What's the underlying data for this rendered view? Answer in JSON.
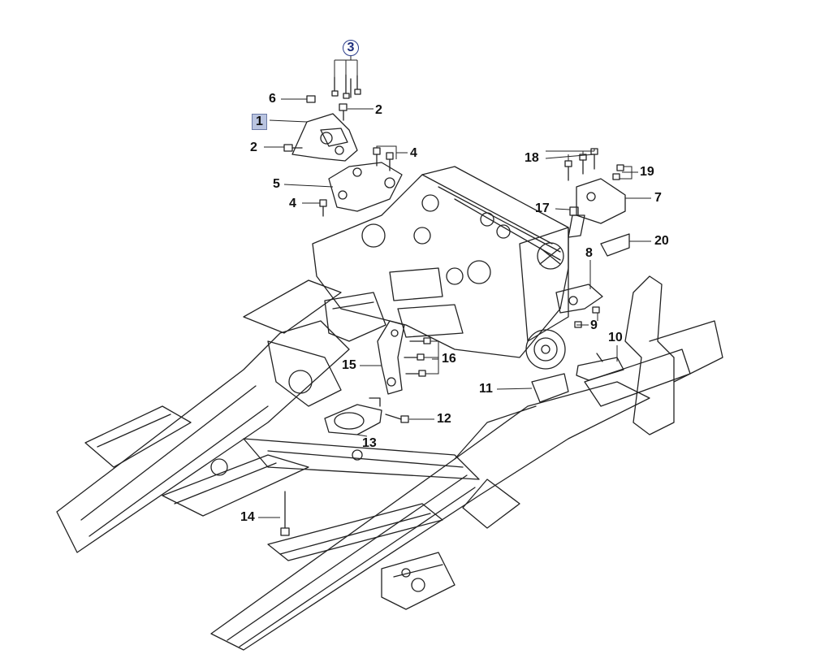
{
  "callouts": {
    "c1": "1",
    "c2a": "2",
    "c2b": "2",
    "c3": "3",
    "c4a": "4",
    "c4b": "4",
    "c5": "5",
    "c6": "6",
    "c7": "7",
    "c8": "8",
    "c9": "9",
    "c10": "10",
    "c11": "11",
    "c12": "12",
    "c13": "13",
    "c14": "14",
    "c15": "15",
    "c16": "16",
    "c17": "17",
    "c18": "18",
    "c19": "19",
    "c20": "20"
  },
  "colors": {
    "line": "#222222",
    "highlight_box": "#b9c4e0",
    "circle_ring": "#2a3c8a"
  }
}
